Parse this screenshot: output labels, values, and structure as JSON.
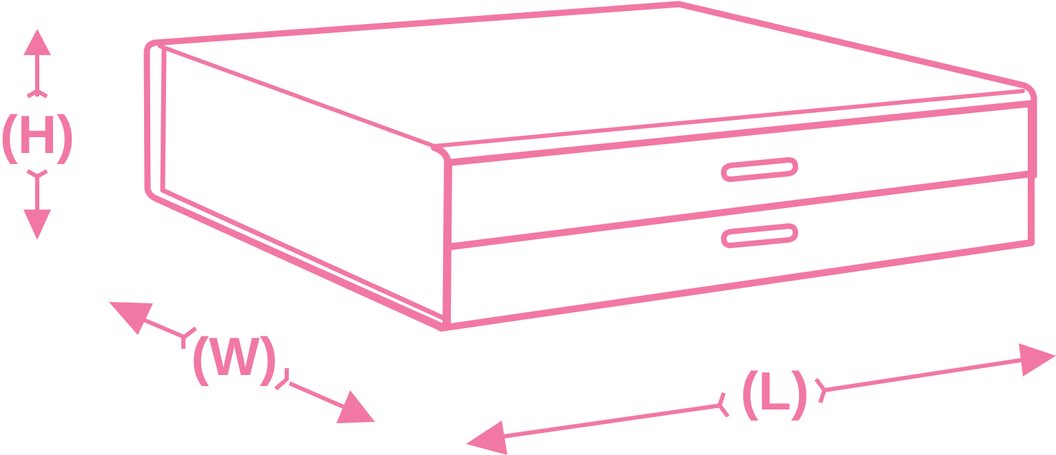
{
  "accent_color": "#f178a4",
  "background_color": "#ffffff",
  "dimensions": {
    "height_label": "(H)",
    "width_label": "(W)",
    "length_label": "(L)"
  },
  "object": {
    "kind": "box-with-two-drawer-pulls",
    "icon": "storage-box-icon"
  }
}
